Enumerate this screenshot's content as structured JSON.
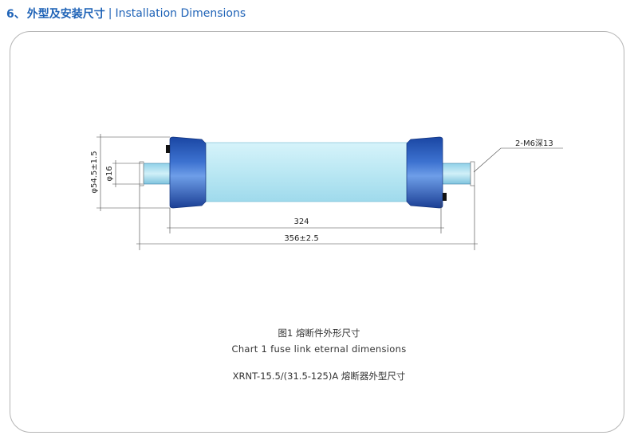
{
  "header": {
    "number": "6、",
    "title_zh": "外型及安装尺寸",
    "separator": "|",
    "title_en": "Installation Dimensions"
  },
  "dimensions": {
    "outer_diameter": "φ54.5±1.5",
    "terminal_diameter": "φ16",
    "body_length": "324",
    "total_length": "356±2.5",
    "thread": "2-M6深13"
  },
  "captions": {
    "figure_zh": "图1 熔断件外形尺寸",
    "figure_en": "Chart 1 fuse link eternal dimensions",
    "model": "XRNT-15.5/(31.5-125)A 熔断器外型尺寸"
  },
  "colors": {
    "header_blue": "#1f63b7",
    "cap_blue": "#1e4fb0",
    "tube_cyan": "#bde9f4",
    "terminal_cyan": "#a8dcee"
  }
}
